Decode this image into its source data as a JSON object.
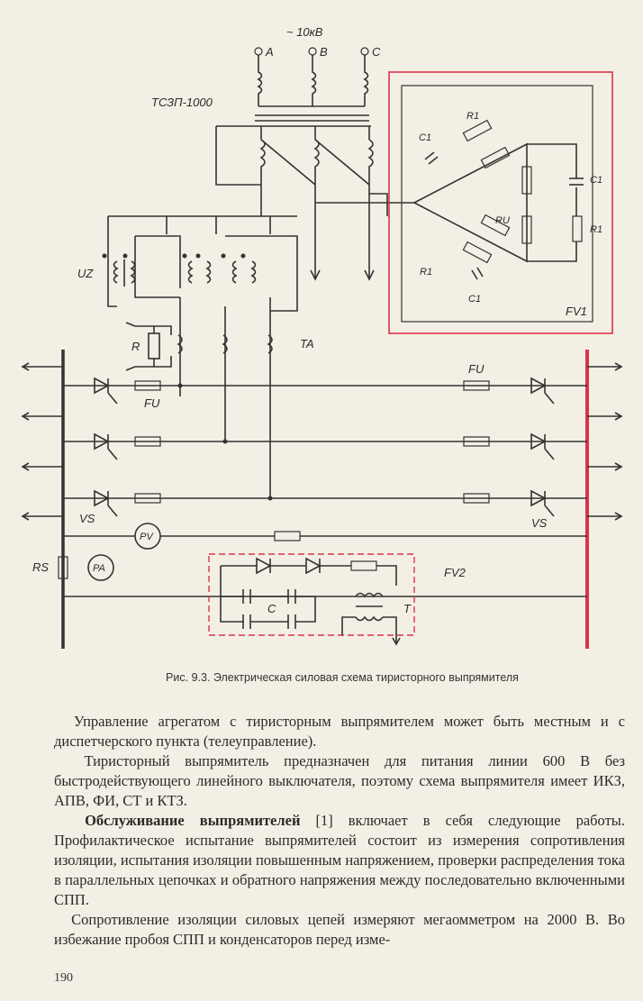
{
  "figure": {
    "labels": {
      "voltage": "~ 10кВ",
      "phase_a": "A",
      "phase_b": "B",
      "phase_c": "C",
      "transformer": "ТСЗП-1000",
      "uz": "UZ",
      "r": "R",
      "ta": "TA",
      "fu_left": "FU",
      "fu_right": "FU",
      "vs_left": "VS",
      "vs_right": "VS",
      "pv": "PV",
      "rs": "RS",
      "pa": "PA",
      "fv1": "FV1",
      "fv2": "FV2",
      "c_fv2": "C",
      "t_fv2": "T",
      "c1_a": "C1",
      "c1_b": "C1",
      "c1_c": "C1",
      "r1_a": "R1",
      "r1_b": "R1",
      "r1_c": "R1",
      "ru": "RU"
    }
  },
  "caption": "Рис. 9.3. Электрическая силовая схема тиристорного выпрямителя",
  "paragraphs": [
    {
      "text": "Управление агрегатом с тиристорным выпрямителем может быть местным и с диспетчерского пункта (телеуправление)."
    },
    {
      "text": "Тиристорный выпрямитель предназначен для питания линии 600 В без быстродействующего линейного выключателя, поэтому схема выпрямителя имеет ИКЗ, АПВ, ФИ, СТ и КТЗ."
    },
    {
      "bold": "Обслуживание выпрямителей",
      "text": " [1] включает в себя следующие работы. Профилактическое испытание выпрямителей состоит из измерения сопротивления изоляции, испытания изоляции повышенным напряжением, проверки распределения тока в параллельных цепочках и обратного напряжения между последовательно включенными СПП."
    },
    {
      "text": "Сопротивление изоляции силовых цепей измеряют мегаомметром на 2000 В. Во избежание пробоя СПП и конденсаторов перед изме-"
    }
  ],
  "page_number": "190"
}
